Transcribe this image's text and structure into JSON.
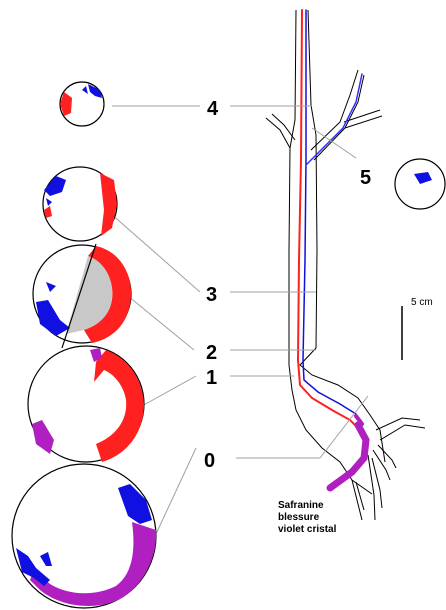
{
  "labels": {
    "l0": "0",
    "l1": "1",
    "l2": "2",
    "l3": "3",
    "l4": "4",
    "l5": "5"
  },
  "scale_bar": "5 cm",
  "legend": {
    "line1": "Safranine",
    "line2": "blessure",
    "line3": "violet cristal"
  },
  "colors": {
    "red": "#ff2020",
    "blue": "#1010e0",
    "purple": "#b020c0",
    "gray": "#c8c8c8"
  }
}
